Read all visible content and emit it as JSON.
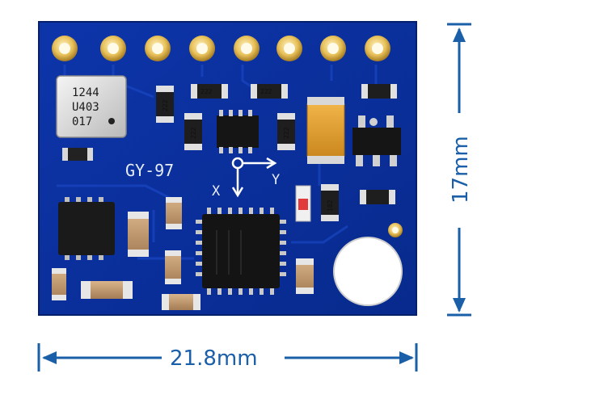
{
  "board": {
    "name": "GY-97",
    "axis_x": "X",
    "axis_y": "Y",
    "sensor_label": [
      "1244",
      "U403",
      "017"
    ],
    "resistor_label": "222",
    "resistor_label_2": "102"
  },
  "dimensions": {
    "width": "21.8mm",
    "height": "17mm"
  },
  "colors": {
    "pcb": "#0b2f9c",
    "pad_gold": "#e8c15a",
    "dimension": "#1a5fa8",
    "background": "#ffffff"
  }
}
